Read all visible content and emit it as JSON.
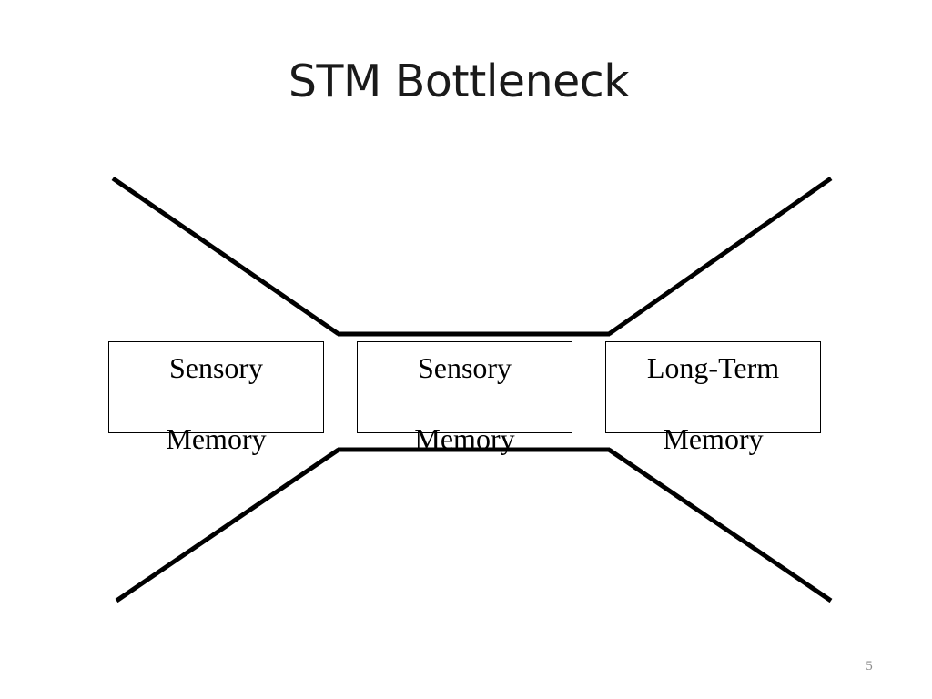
{
  "slide": {
    "title": "STM Bottleneck",
    "boxes": [
      {
        "line1": "Sensory",
        "line2": "Memory"
      },
      {
        "line1": "Sensory",
        "line2": "Memory"
      },
      {
        "line1": "Long-Term",
        "line2": "Memory"
      }
    ],
    "page_number": "5"
  }
}
